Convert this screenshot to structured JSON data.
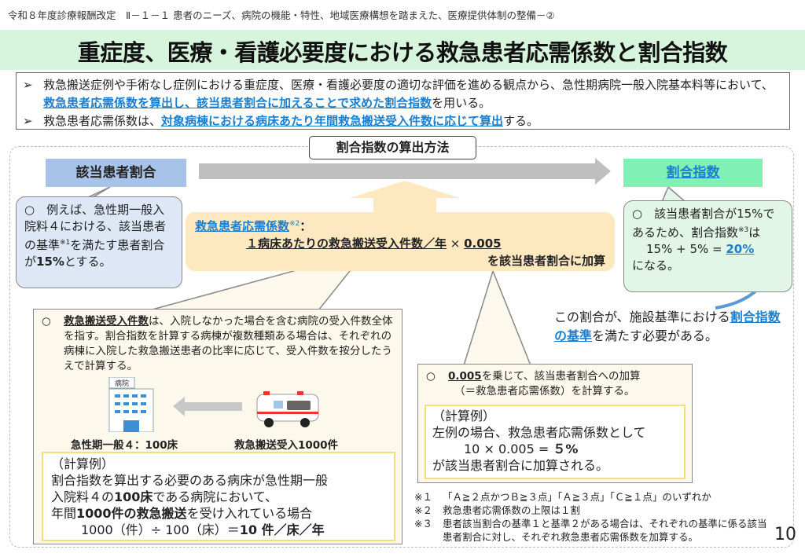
{
  "header": "令和８年度診療報酬改定　Ⅱ－１－１ 患者のニーズ、病院の機能・特性、地域医療構想を踏まえた、医療提供体制の整備－②",
  "title": "重症度、医療・看護必要度における救急患者応需係数と割合指数",
  "intro": {
    "b1_pre": "救急搬送症例や手術なし症例における重症度、医療・看護必要度の適切な評価を進める観点から、急性期病院一般入院基本料等において、",
    "b1_hl": "救急患者応需係数を算出し、該当患者割合に加えることで求めた割合指数",
    "b1_post": "を用いる。",
    "b2_pre": "救急患者応需係数は、",
    "b2_hl": "対象病棟における病床あたり年間救急搬送受入件数に応じて算出",
    "b2_post": "する。"
  },
  "method_label": "割合指数の算出方法",
  "left_label": "該当患者割合",
  "right_label": "割合指数",
  "left_bubble": {
    "l1": "○　例えば、急性期一般入院料４における、該当患者の基準",
    "sup": "※1",
    "l2": "を満たす患者割合が",
    "bold": "15%",
    "l3": "とする。"
  },
  "calc": {
    "name": "救急患者応需係数",
    "sup": "※2",
    "colon": "：",
    "formula": "１病床あたりの救急搬送受入件数／年",
    "times": " × ",
    "coef": "0.005",
    "tail": "を該当患者割合に加算"
  },
  "right_bubble": {
    "l1": "○　該当患者割合が15%であるため、割合指数",
    "sup": "※3",
    "l2": "は",
    "eq": "15% + 5% = ",
    "result": "20%",
    "l3": "になる。"
  },
  "right_note": {
    "pre": "この割合が、施設基準における",
    "hl": "割合指数の基準",
    "post": "を満たす必要がある。"
  },
  "bottom_left": {
    "circle": "○",
    "term": "救急搬送受入件数",
    "text": "は、入院しなかった場合を含む病院の受入件数全体を指す。割合指数を計算する病棟が複数種類ある場合は、それぞれの病棟に入院した救急搬送患者の比率に応じて、受入件数を按分したうえで計算する。",
    "hospital_sign": "病院",
    "hospital_caption": "急性期一般４：100床",
    "ambulance_caption": "救急搬送受入1000件",
    "example_title": "（計算例）",
    "ex_l1": "割合指数を算出する必要のある病床が急性期一般",
    "ex_l2a": "入院料４の",
    "ex_l2b": "100床",
    "ex_l2c": "である病院において、",
    "ex_l3a": "年間",
    "ex_l3b": "1000件の救急搬送",
    "ex_l3c": "を受け入れている場合",
    "ex_l4a": "1000（件）÷ 100（床）＝",
    "ex_l4b": "10 件／床／年"
  },
  "bottom_right": {
    "circle": "○",
    "term": "0.005",
    "l1": "を乗じて、該当患者割合への加算",
    "l2": "（＝救急患者応需係数）を計算する。",
    "example_title": "（計算例）",
    "ex_l1": "左例の場合、救急患者応需係数として",
    "ex_l2a": "10 × 0.005 = ",
    "ex_l2b": "５%",
    "ex_l3": "が該当患者割合に加算される。"
  },
  "footnotes": [
    {
      "mark": "※１",
      "text": "「Ａ≧２点かつＢ≧３点」「Ａ≧３点」「Ｃ≧１点」のいずれか"
    },
    {
      "mark": "※２",
      "text": "救急患者応需係数の上限は１割"
    },
    {
      "mark": "※３",
      "text": "患者該当割合の基準１と基準２がある場合は、それぞれの基準に係る該当患者割合に対し、それぞれ救急患者応需係数を加算する。"
    }
  ],
  "page_number": "10",
  "colors": {
    "accent": "#1a7fd0",
    "title_band": "#d6f5dc",
    "left_label": "#a8c3e8",
    "right_label": "#80f0b5",
    "calc_bg": "#fde8c0"
  }
}
